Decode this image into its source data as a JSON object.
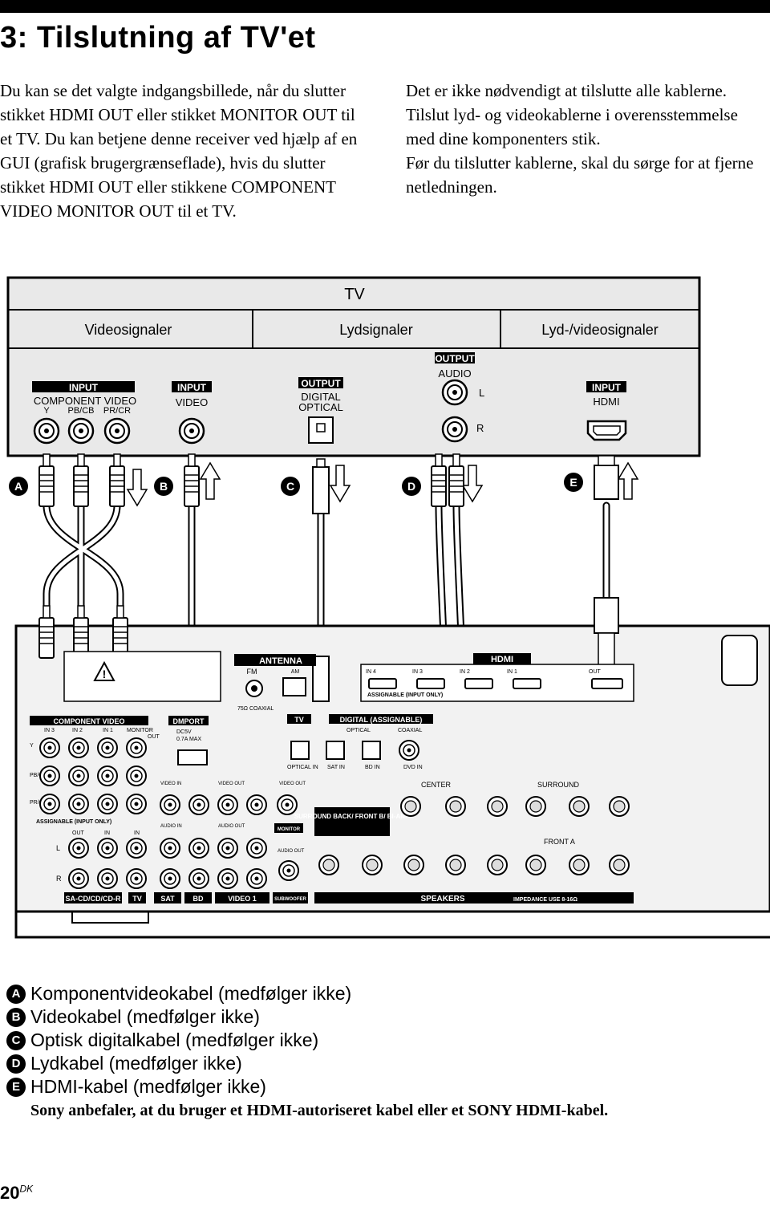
{
  "page": {
    "title": "3: Tilslutning af TV'et",
    "intro_left": "Du kan se det valgte indgangsbillede, når du slutter stikket HDMI OUT eller stikket MONITOR OUT til et TV. Du kan betjene denne receiver ved hjælp af en GUI (grafisk brugergrænseflade), hvis du slutter stikket HDMI OUT eller stikkene COMPONENT VIDEO MONITOR OUT til et TV.",
    "intro_right": [
      "Det er ikke nødvendigt at tilslutte alle kablerne.",
      "Tilslut lyd- og videokablerne i overensstemmelse med dine komponenters stik.",
      "Før du tilslutter kablerne, skal du sørge for at fjerne netledningen."
    ],
    "page_number": "20",
    "page_suffix": "DK"
  },
  "diagram": {
    "tv_label": "TV",
    "sections": [
      "Videosignaler",
      "Lydsignaler",
      "Lyd-/videosignaler"
    ],
    "tv_ports": {
      "component": {
        "header": "INPUT",
        "name": "COMPONENT VIDEO",
        "sub": [
          "Y",
          "PB/CB",
          "PR/CR"
        ]
      },
      "video": {
        "header": "INPUT",
        "name": "VIDEO"
      },
      "optical": {
        "header": "OUTPUT",
        "line1": "DIGITAL",
        "line2": "OPTICAL"
      },
      "audio": {
        "header": "OUTPUT",
        "name": "AUDIO",
        "l": "L",
        "r": "R"
      },
      "hdmi": {
        "header": "INPUT",
        "name": "HDMI"
      }
    },
    "cable_letters": [
      "A",
      "B",
      "C",
      "D",
      "E"
    ],
    "receiver": {
      "antenna": "ANTENNA",
      "fm": "FM",
      "am": "AM",
      "coaxial_75": "75Ω COAXIAL",
      "hdmi": "HDMI",
      "hdmi_in4": "IN 4",
      "hdmi_in3": "IN 3",
      "hdmi_in2": "IN 2",
      "hdmi_in1": "IN 1",
      "hdmi_out": "OUT",
      "assignable_input_only": "ASSIGNABLE (INPUT ONLY)",
      "component_video": "COMPONENT VIDEO",
      "cv_in3": "IN 3",
      "cv_in2": "IN 2",
      "cv_in1": "IN 1",
      "cv_monitor": "MONITOR",
      "cv_out": "OUT",
      "y": "Y",
      "pb_cb": "PB/CB",
      "pr_cr": "PR/CR",
      "assignable_input_only2": "ASSIGNABLE (INPUT ONLY)",
      "dmport": "DMPORT",
      "dc5v": "DC5V",
      "max": "0.7A MAX",
      "tv_box": "TV",
      "digital_assignable": "DIGITAL (ASSIGNABLE)",
      "optical": "OPTICAL",
      "coaxial": "COAXIAL",
      "optical_in": "OPTICAL IN",
      "sat_in": "SAT IN",
      "bd_in": "BD IN",
      "dvd_in": "DVD IN",
      "video_in": "VIDEO IN",
      "video_out": "VIDEO OUT",
      "audio_in": "AUDIO IN",
      "audio_out": "AUDIO OUT",
      "monitor": "MONITOR",
      "out": "OUT",
      "in": "IN",
      "l": "L",
      "r": "R",
      "surround_back": "SURROUND BACK/ FRONT B/ BI-AMP",
      "center": "CENTER",
      "surround": "SURROUND",
      "front_a": "FRONT A",
      "bottom_sa": "SA-CD/CD/CD-R",
      "bottom_tv": "TV",
      "bottom_sat": "SAT",
      "bottom_bd": "BD",
      "bottom_video1": "VIDEO 1",
      "bottom_subwoofer": "SUBWOOFER",
      "speakers": "SPEAKERS",
      "impedance": "IMPEDANCE USE 8-16Ω"
    }
  },
  "legend": [
    {
      "letter": "A",
      "text": "Komponentvideokabel (medfølger ikke)"
    },
    {
      "letter": "B",
      "text": "Videokabel (medfølger ikke)"
    },
    {
      "letter": "C",
      "text": "Optisk digitalkabel (medfølger ikke)"
    },
    {
      "letter": "D",
      "text": "Lydkabel (medfølger ikke)"
    },
    {
      "letter": "E",
      "text": "HDMI-kabel (medfølger ikke)"
    }
  ],
  "note": "Sony anbefaler, at du bruger et HDMI-autoriseret kabel eller et SONY HDMI-kabel.",
  "colors": {
    "ink": "#000000",
    "panel": "#e9e9e9",
    "receiver": "#f2f2f2"
  }
}
